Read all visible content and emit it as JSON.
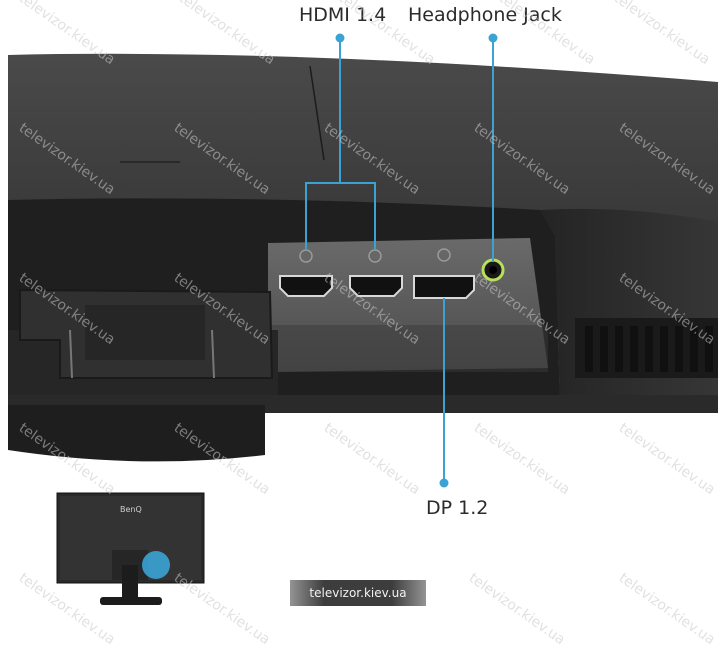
{
  "callouts": {
    "hdmi": "HDMI 1.4",
    "headphone": "Headphone Jack",
    "dp": "DP 1.2"
  },
  "thumbnail": {
    "brand_logo": "BenQ",
    "site_label": "televizor.kiev.ua"
  },
  "watermark_text": "televizor.kiev.ua",
  "colors": {
    "callout_line": "#3aa3d4",
    "headphone_ring": "#b8e05a",
    "monitor_body": "#2c2c2c",
    "port_panel": "#5a5a5a"
  }
}
